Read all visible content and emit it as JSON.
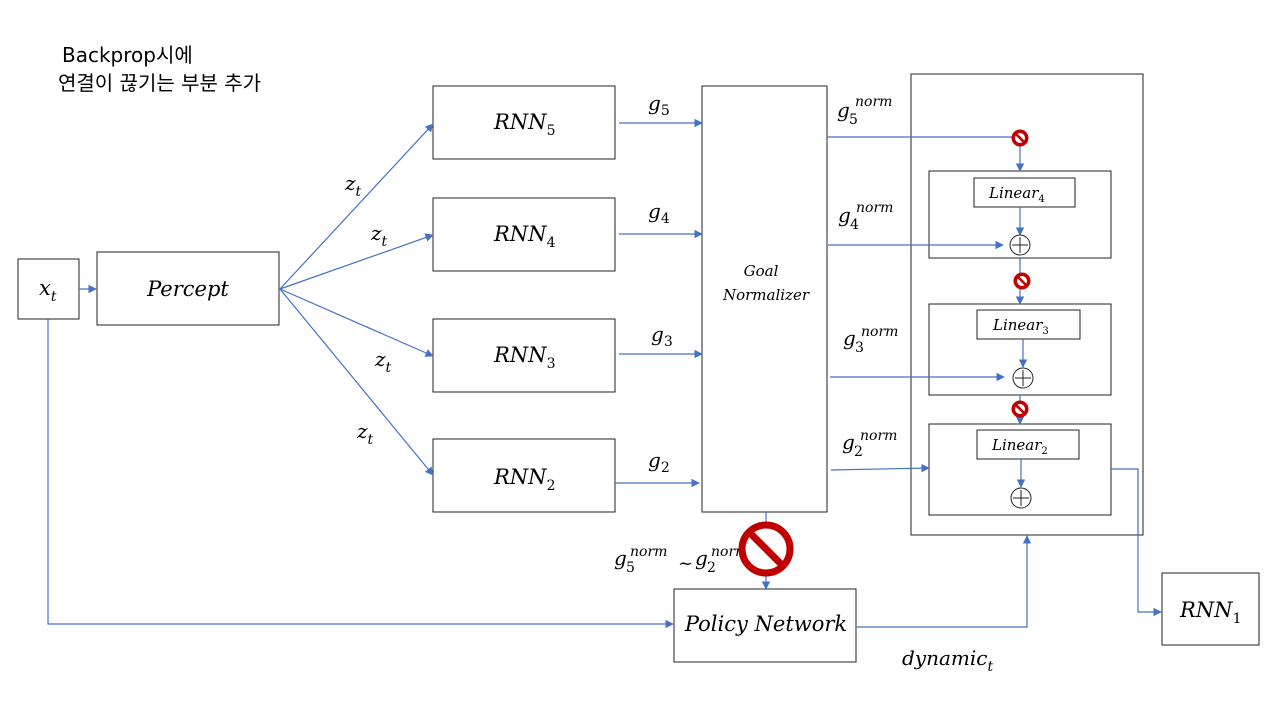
{
  "note": {
    "line1": "Backprop시에",
    "line2": "연결이 끊기는 부분 추가"
  },
  "nodes": {
    "input": {
      "base": "x",
      "sub": "t"
    },
    "percept": {
      "label": "Percept"
    },
    "rnn5": {
      "base": "RNN",
      "sub": "5"
    },
    "rnn4": {
      "base": "RNN",
      "sub": "4"
    },
    "rnn3": {
      "base": "RNN",
      "sub": "3"
    },
    "rnn2": {
      "base": "RNN",
      "sub": "2"
    },
    "rnn1": {
      "base": "RNN",
      "sub": "1"
    },
    "goal_normalizer": {
      "line1": "Goal",
      "line2": "Normalizer"
    },
    "policy_network": {
      "label": "Policy Network"
    },
    "linear4": {
      "base": "Linear",
      "sub": "4"
    },
    "linear3": {
      "base": "Linear",
      "sub": "3"
    },
    "linear2": {
      "base": "Linear",
      "sub": "2"
    }
  },
  "edge_labels": {
    "z_base": "z",
    "z_sub": "t",
    "g5": {
      "base": "g",
      "sub": "5"
    },
    "g4": {
      "base": "g",
      "sub": "4"
    },
    "g3": {
      "base": "g",
      "sub": "3"
    },
    "g2": {
      "base": "g",
      "sub": "2"
    },
    "norm_sup": "norm",
    "g5_norm": {
      "base": "g",
      "sub": "5"
    },
    "g4_norm": {
      "base": "g",
      "sub": "4"
    },
    "g3_norm": {
      "base": "g",
      "sub": "3"
    },
    "g2_norm": {
      "base": "g",
      "sub": "2"
    },
    "range_tilde": "~",
    "dynamic": {
      "base": "dynamic",
      "sub": "t"
    }
  },
  "colors": {
    "arrow": "#4472C4",
    "stop_sign": "#C00000",
    "box_stroke": "#222222"
  },
  "icons": {
    "stop_sign": "no-entry-icon",
    "adder": "circle-plus-icon"
  }
}
